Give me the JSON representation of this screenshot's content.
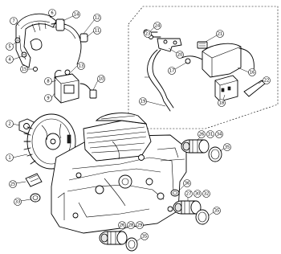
{
  "callouts": [
    {
      "id": "c6",
      "label": "6"
    },
    {
      "id": "c14",
      "label": "14"
    },
    {
      "id": "c12",
      "label": "12"
    },
    {
      "id": "c11",
      "label": "11"
    },
    {
      "id": "c7",
      "label": "7"
    },
    {
      "id": "c5",
      "label": "5"
    },
    {
      "id": "c4",
      "label": "4"
    },
    {
      "id": "c15",
      "label": "15"
    },
    {
      "id": "c13",
      "label": "13"
    },
    {
      "id": "c8",
      "label": "8"
    },
    {
      "id": "c9",
      "label": "9"
    },
    {
      "id": "c10",
      "label": "10"
    },
    {
      "id": "c24",
      "label": "24"
    },
    {
      "id": "c23",
      "label": "23"
    },
    {
      "id": "c21",
      "label": "21"
    },
    {
      "id": "c20",
      "label": "20"
    },
    {
      "id": "c17",
      "label": "17"
    },
    {
      "id": "c16",
      "label": "16"
    },
    {
      "id": "c18",
      "label": "18"
    },
    {
      "id": "c22",
      "label": "22"
    },
    {
      "id": "c19",
      "label": "19"
    },
    {
      "id": "c2",
      "label": "2"
    },
    {
      "id": "c1",
      "label": "1"
    },
    {
      "id": "c26a",
      "label": "26"
    },
    {
      "id": "c31",
      "label": "31"
    },
    {
      "id": "c34",
      "label": "34"
    },
    {
      "id": "c35a",
      "label": "35"
    },
    {
      "id": "c25",
      "label": "25"
    },
    {
      "id": "c33",
      "label": "33"
    },
    {
      "id": "c36",
      "label": "36"
    },
    {
      "id": "c27",
      "label": "27"
    },
    {
      "id": "c30",
      "label": "30"
    },
    {
      "id": "c32",
      "label": "32"
    },
    {
      "id": "c35b",
      "label": "35"
    },
    {
      "id": "c26b",
      "label": "26"
    },
    {
      "id": "c28",
      "label": "28"
    },
    {
      "id": "c29",
      "label": "29"
    },
    {
      "id": "c35c",
      "label": "35"
    }
  ]
}
